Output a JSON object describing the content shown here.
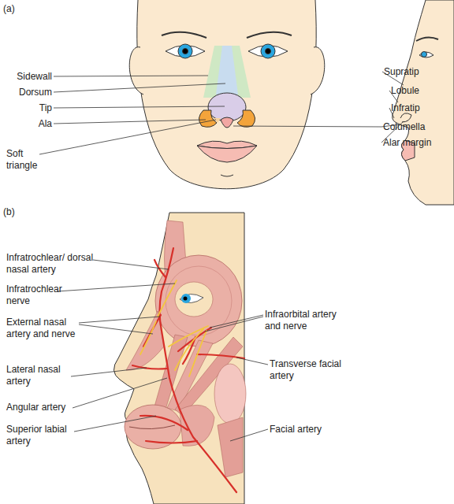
{
  "diagram": {
    "labels": [
      "(a)",
      "Sidewall",
      "Dorsum",
      "Tip",
      "Ala",
      "Soft triangle",
      "Supratip",
      "Lobule",
      "Infratip",
      "Columella",
      "Alar margin",
      "(b)",
      "Infratrochlear/ dorsal nasal artery",
      "Infratrochlear nerve",
      "External nasal artery and nerve",
      "Lateral nasal artery",
      "Angular artery",
      "Superior labial artery",
      "Infraorbital artery and nerve",
      "Transverse facial artery",
      "Facial artery"
    ]
  }
}
